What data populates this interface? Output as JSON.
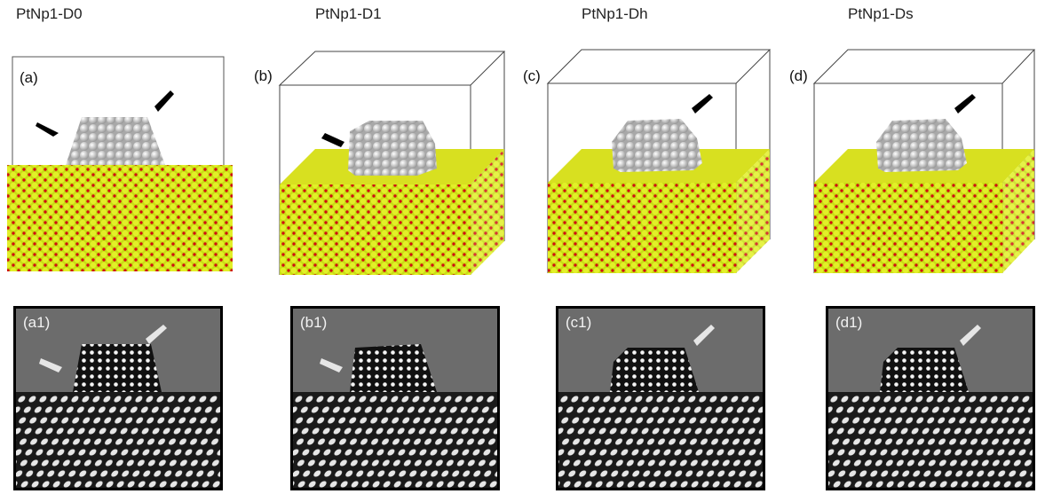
{
  "titles": [
    "PtNp1-D0",
    "PtNp1-D1",
    "PtNp1-Dh",
    "PtNp1-Ds"
  ],
  "model_labels": [
    "(a)",
    "(b)",
    "(c)",
    "(d)"
  ],
  "sim_labels": [
    "(a1)",
    "(b1)",
    "(c1)",
    "(d1)"
  ],
  "colors": {
    "support_yellow": "#d8e81a",
    "support_red": "#d01010",
    "particle_grey": "#c4c4c4",
    "sim_background": "#6c6c6c",
    "arrow_dark": "#000000",
    "arrow_light": "#e6e6e6"
  }
}
